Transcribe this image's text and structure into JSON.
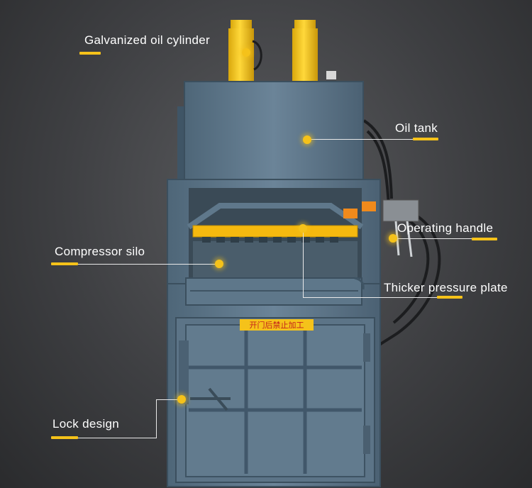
{
  "labels": {
    "cylinder": "Galvanized oil cylinder",
    "oil_tank": "Oil tank",
    "operating_handle": "Operating handle",
    "compressor_silo": "Compressor silo",
    "pressure_plate": "Thicker pressure plate",
    "lock_design": "Lock design"
  },
  "door_sign": "开门后禁止加工",
  "colors": {
    "machine_body": "#5b7488",
    "cylinder": "#f2c21c",
    "pressure_plate": "#f5b90f",
    "accent": "#f5c21a",
    "background": "#3e3f42"
  }
}
